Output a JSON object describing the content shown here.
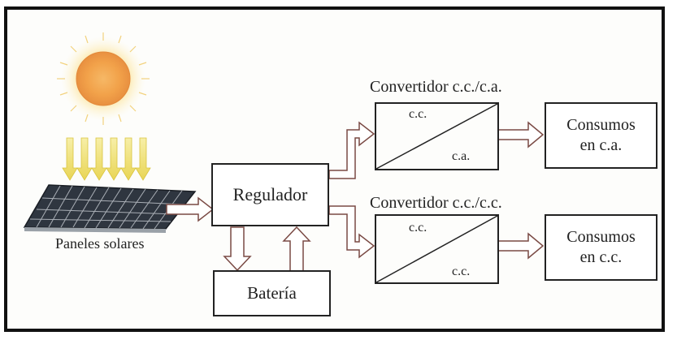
{
  "panels_label": "Paneles solares",
  "regulator_label": "Regulador",
  "battery_label": "Batería",
  "converter_ac": {
    "title": "Convertidor c.c./c.a.",
    "input": "c.c.",
    "output": "c.a."
  },
  "converter_dc": {
    "title": "Convertidor c.c./c.c.",
    "input": "c.c.",
    "output": "c.c."
  },
  "load_ac": {
    "line1": "Consumos",
    "line2": "en c.a."
  },
  "load_dc": {
    "line1": "Consumos",
    "line2": "en c.c."
  },
  "colors": {
    "arrow_stroke": "#7a4a44",
    "sun_core": "#f2a24a",
    "sun_glow": "#f7d27a",
    "ray_fill": "#f3e37a",
    "panel": "#2f3640"
  }
}
